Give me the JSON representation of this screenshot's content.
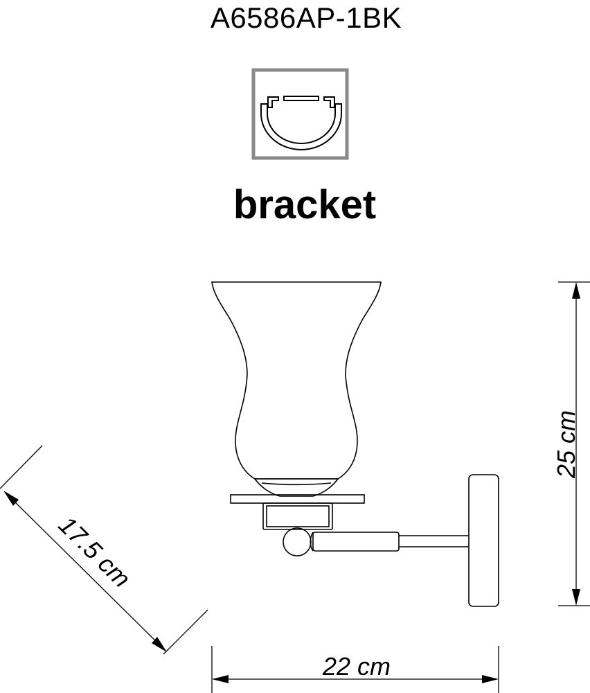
{
  "title": "A6586AP-1BK",
  "mount_type": {
    "icon": "bracket-mount-icon",
    "label": "bracket"
  },
  "dimensions": {
    "height": "25 cm",
    "width": "22 cm",
    "depth": "17.5 cm"
  },
  "colors": {
    "line": "#000000",
    "icon_frame": "#8a8a8a",
    "background": "#ffffff"
  }
}
